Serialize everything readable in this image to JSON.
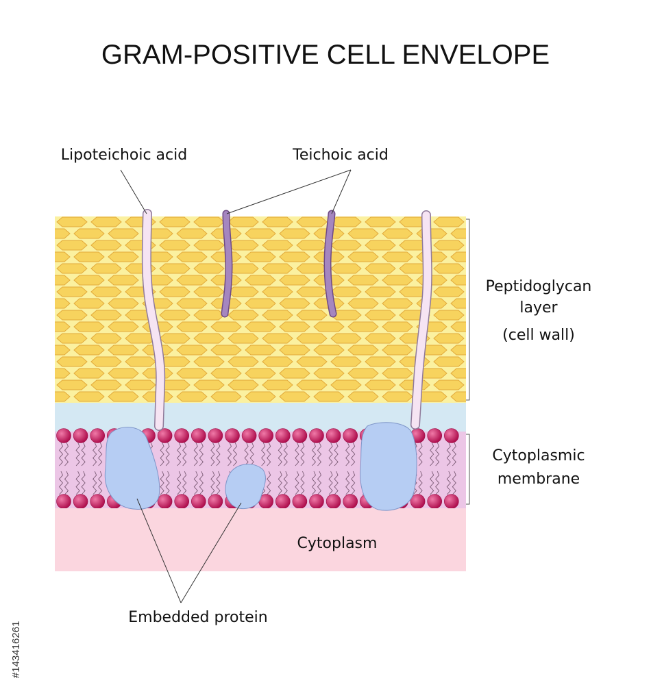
{
  "title": "GRAM-POSITIVE CELL ENVELOPE",
  "labels": {
    "lipoteichoic_acid": "Lipoteichoic acid",
    "teichoic_acid": "Teichoic acid",
    "peptidoglycan_line1": "Peptidoglycan",
    "peptidoglycan_line2": "layer",
    "peptidoglycan_line3": "(cell wall)",
    "cytoplasmic_line1": "Cytoplasmic",
    "cytoplasmic_line2": "membrane",
    "cytoplasm": "Cytoplasm",
    "embedded_protein": "Embedded protein"
  },
  "stock_id": "#143416261",
  "colors": {
    "peptidoglycan_bg": "#fbf1a0",
    "peptidoglycan_hex": "#f7d35e",
    "hex_stroke": "#e2a93a",
    "periplasm": "#d4e8f3",
    "membrane": "#ecc6e6",
    "lipid_head": "#c6185e",
    "cytoplasm": "#fbd6df",
    "protein": "#b6cdf3",
    "protein_stroke": "#7e95c8",
    "teichoic": "#a07ab8",
    "lipoteichoic": "#f6e4f3"
  }
}
